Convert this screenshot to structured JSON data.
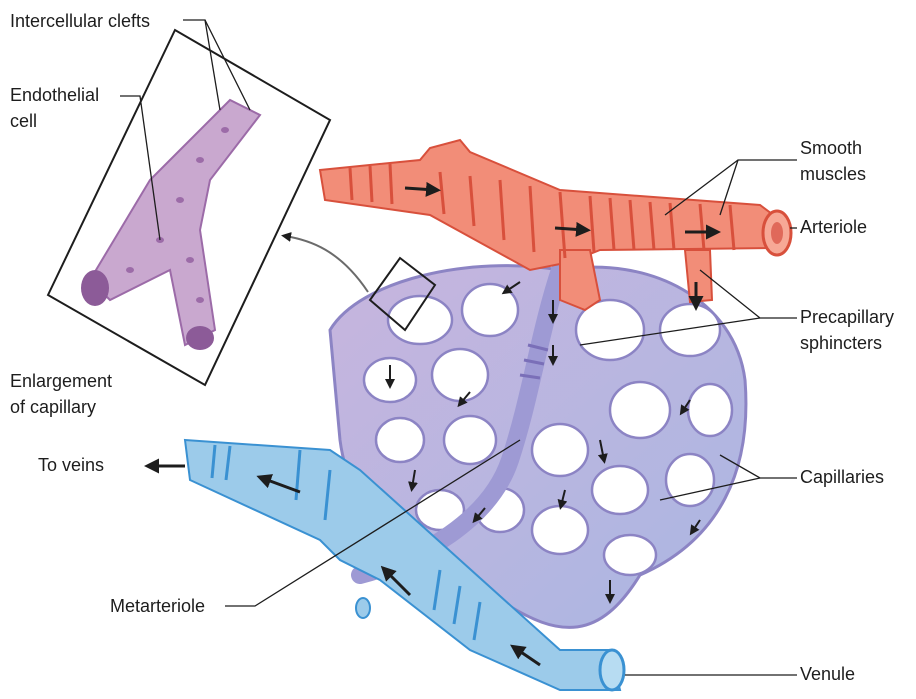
{
  "colors": {
    "arteriole": "#f28d78",
    "arteriole_band": "#d8503c",
    "venule": "#9ccbea",
    "venule_band": "#3a91d2",
    "capillary": "#b8b3dd",
    "capillary_stroke": "#8c84c4",
    "enlargement": "#c9a8cf",
    "enlargement_cells": "#9c6ba8",
    "leader": "#1d1d1d"
  },
  "labels": {
    "intercellular_clefts": "Intercellular clefts",
    "endothelial_cell_line1": "Endothelial",
    "endothelial_cell_line2": "cell",
    "enlargement_line1": "Enlargement",
    "enlargement_line2": "of capillary",
    "to_veins": "To veins",
    "metarteriole": "Metarteriole",
    "smooth_muscles_line1": "Smooth",
    "smooth_muscles_line2": "muscles",
    "arteriole": "Arteriole",
    "precapillary_line1": "Precapillary",
    "precapillary_line2": "sphincters",
    "capillaries": "Capillaries",
    "venule": "Venule"
  }
}
